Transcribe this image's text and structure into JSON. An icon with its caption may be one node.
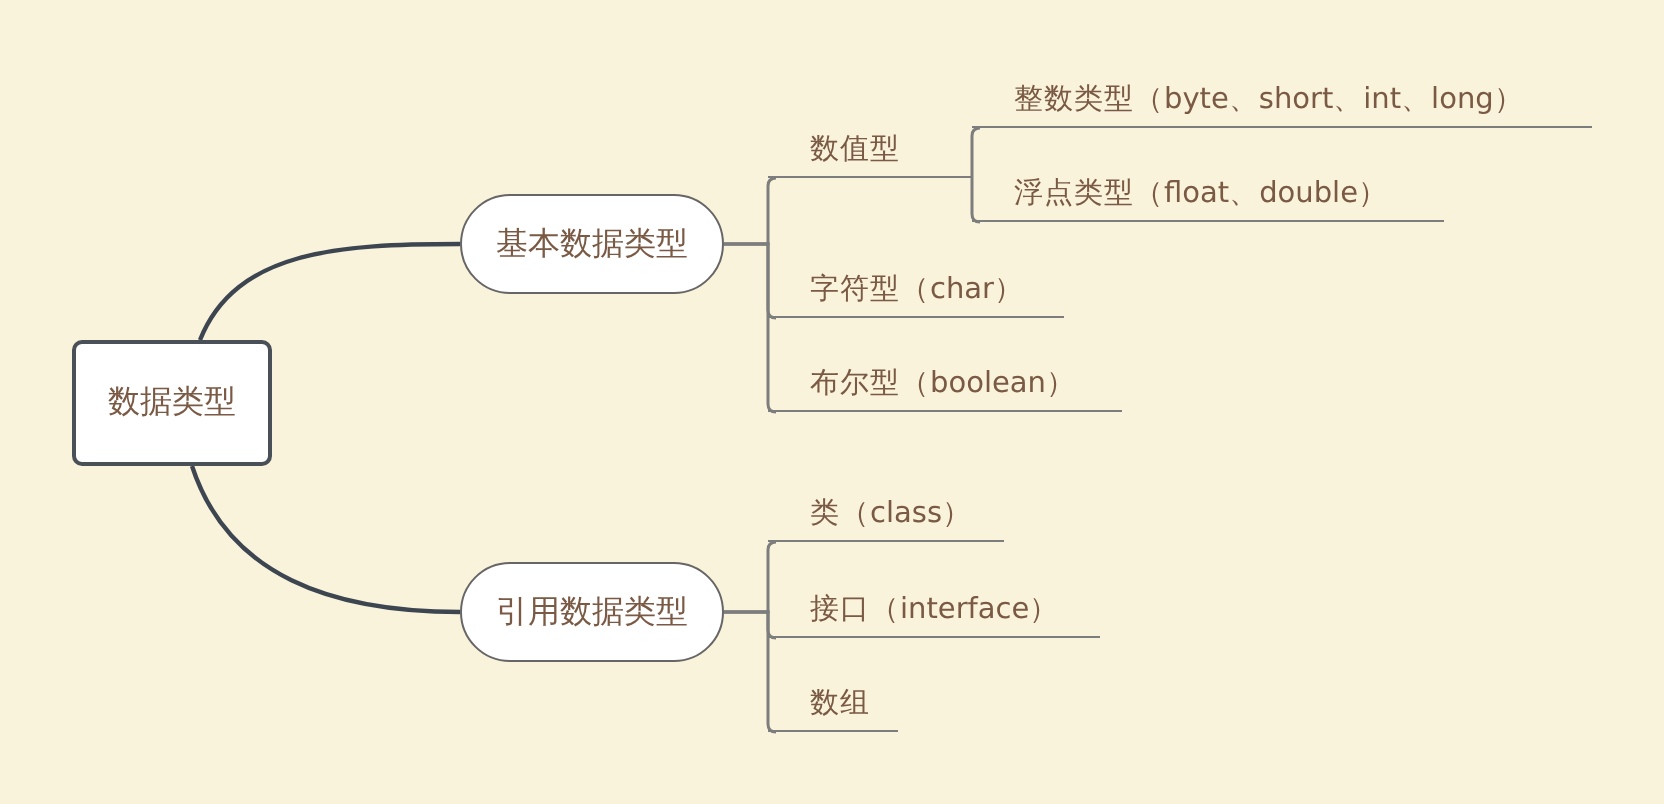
{
  "diagram": {
    "nodes": [
      {
        "text": [
          "数据类型"
        ]
      },
      {
        "text": [
          "基本数据类型"
        ]
      },
      {
        "text": [
          "引用数据类型"
        ]
      },
      {
        "text": [
          "数值型"
        ]
      },
      {
        "text": [
          "整数类型（byte、short、int、long）"
        ]
      },
      {
        "text": [
          "浮点类型（float、double）"
        ]
      },
      {
        "text": [
          "字符型（char）"
        ]
      },
      {
        "text": [
          "布尔型（boolean）"
        ]
      },
      {
        "text": [
          "类（class）"
        ]
      },
      {
        "text": [
          "接口（interface）"
        ]
      },
      {
        "text": [
          "数组"
        ]
      }
    ],
    "edges": [
      {
        "from": 0,
        "to": 1,
        "arrow": "none"
      },
      {
        "from": 0,
        "to": 2,
        "arrow": "none"
      },
      {
        "from": 1,
        "to": 3,
        "arrow": "none"
      },
      {
        "from": 3,
        "to": 4,
        "arrow": "none"
      },
      {
        "from": 3,
        "to": 5,
        "arrow": "none"
      },
      {
        "from": 1,
        "to": 6,
        "arrow": "none"
      },
      {
        "from": 1,
        "to": 7,
        "arrow": "none"
      },
      {
        "from": 2,
        "to": 8,
        "arrow": "none"
      },
      {
        "from": 2,
        "to": 9,
        "arrow": "none"
      },
      {
        "from": 2,
        "to": 10,
        "arrow": "none"
      }
    ]
  }
}
